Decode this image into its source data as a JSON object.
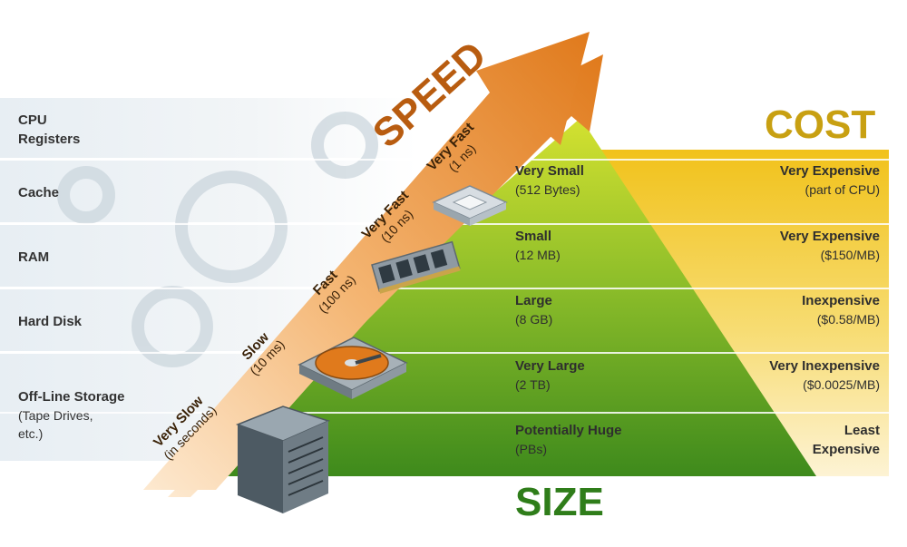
{
  "headers": {
    "speed": "SPEED",
    "cost": "COST",
    "size": "SIZE"
  },
  "levels": [
    {
      "label": "CPU",
      "label2": "Registers",
      "sub": []
    },
    {
      "label": "Cache",
      "sub": []
    },
    {
      "label": "RAM",
      "sub": []
    },
    {
      "label": "Hard Disk",
      "sub": []
    },
    {
      "label": "Off-Line Storage",
      "sub": [
        "(Tape Drives,",
        "etc.)"
      ]
    }
  ],
  "speed_labels": [
    {
      "title": "Very Fast",
      "sub": "(1 ns)"
    },
    {
      "title": "Very Fast",
      "sub": "(10 ns)"
    },
    {
      "title": "Fast",
      "sub": "(100 ns)"
    },
    {
      "title": "Slow",
      "sub": "(10 ms)"
    },
    {
      "title": "Very Slow",
      "sub": "(in seconds)"
    }
  ],
  "size_labels": [
    {
      "title": "Very Small",
      "sub": "(512 Bytes)"
    },
    {
      "title": "Small",
      "sub": "(12 MB)"
    },
    {
      "title": "Large",
      "sub": "(8 GB)"
    },
    {
      "title": "Very Large",
      "sub": "(2 TB)"
    },
    {
      "title": "Potentially Huge",
      "sub": "(PBs)"
    }
  ],
  "cost_labels": [
    {
      "title": "Very Expensive",
      "sub": "(part of CPU)"
    },
    {
      "title": "Very Expensive",
      "sub": "($150/MB)"
    },
    {
      "title": "Inexpensive",
      "sub": "($0.58/MB)"
    },
    {
      "title": "Very Inexpensive",
      "sub": "($0.0025/MB)"
    },
    {
      "title": "Least",
      "sub": "Expensive"
    }
  ],
  "icons": [
    "cpu-chip-icon",
    "ram-module-icon",
    "hard-drive-icon",
    "server-tower-icon"
  ],
  "colors": {
    "speed_orange": "#e8892a",
    "speed_light": "#fbe1c2",
    "cost_yellow": "#f2c41c",
    "size_green": "#4f9a1f",
    "size_light": "#c9dc2a"
  }
}
